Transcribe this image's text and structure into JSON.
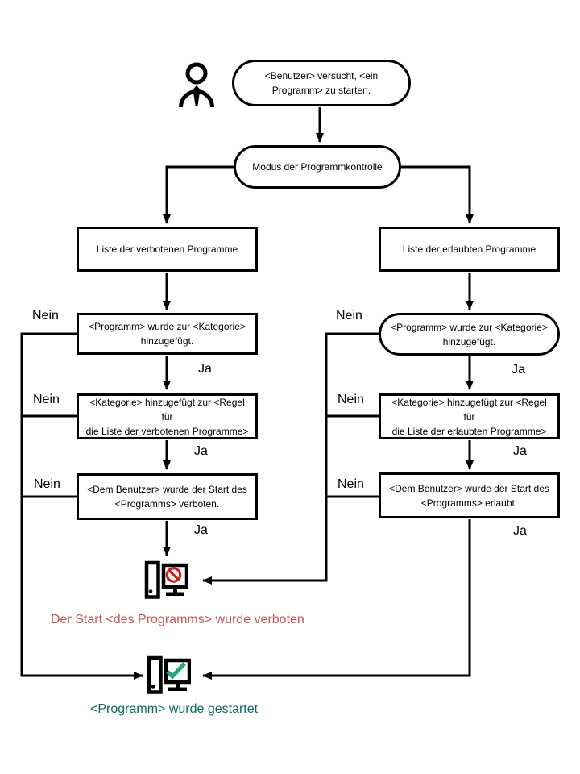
{
  "canvas": {
    "background": "#ffffff",
    "line_color": "#000000"
  },
  "flowchart": {
    "start": {
      "line1": "<Benutzer> versucht, <ein",
      "line2": "Programm>  zu starten."
    },
    "mode": {
      "text": "Modus der Programmkontrolle"
    },
    "deny_list": {
      "text": "Liste der verbotenen Programme"
    },
    "allow_list": {
      "text": "Liste der erlaubten Programme"
    },
    "deny_category_check": {
      "line1": "<Programm>  wurde zur <Kategorie>",
      "line2": "hinzugefügt."
    },
    "allow_category_check": {
      "line1": "<Programm>  wurde zur <Kategorie>",
      "line2": "hinzugefügt."
    },
    "deny_rule_check": {
      "line1": "<Kategorie> hinzugefügt zur <Regel  für",
      "line2": "die Liste der verbotenen Programme>"
    },
    "allow_rule_check": {
      "line1": "<Kategorie> hinzugefügt zur <Regel  für",
      "line2": "die Liste der erlaubten Programme>"
    },
    "deny_user_check": {
      "line1": "<Dem  Benutzer> wurde der Start des",
      "line2": "<Programms>  verboten."
    },
    "allow_user_check": {
      "line1": "<Dem  Benutzer> wurde der Start des",
      "line2": "<Programms>  erlaubt."
    },
    "labels": {
      "nein": "Nein",
      "ja": "Ja"
    },
    "outcomes": {
      "denied": {
        "text": "Der Start <des Programms> wurde verboten",
        "color": "#C9524E"
      },
      "started": {
        "text": "<Programm> wurde gestartet",
        "color": "#0A6A5C"
      }
    },
    "icons": {
      "user": "user-icon",
      "denied_computer": "computer-blocked-icon",
      "started_computer": "computer-started-icon",
      "blocked_sign_color": "#CC2018",
      "check_color": "#23A384"
    }
  }
}
